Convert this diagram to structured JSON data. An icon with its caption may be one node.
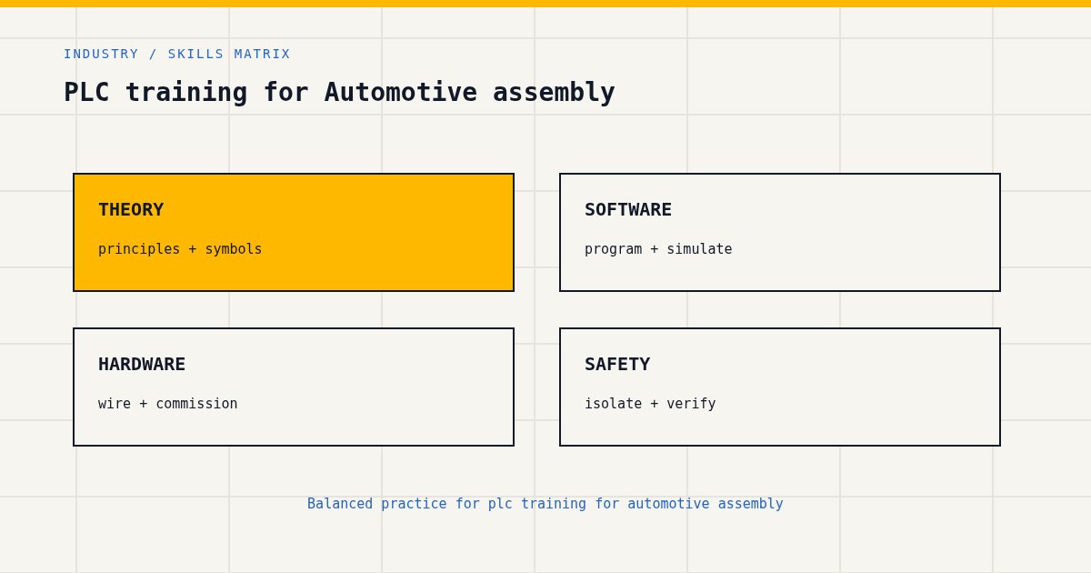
{
  "diagram": {
    "title": "PLC training for Automotive assembly",
    "caption": "Balanced practice for plc training for automotive assembly",
    "labels": [
      "INDUSTRY / SKILLS MATRIX"
    ],
    "nodes": [
      {
        "text": [
          "THEORY",
          "principles + symbols"
        ]
      },
      {
        "text": [
          "SOFTWARE",
          "program + simulate"
        ]
      },
      {
        "text": [
          "HARDWARE",
          "wire + commission"
        ]
      },
      {
        "text": [
          "SAFETY",
          "isolate + verify"
        ]
      }
    ]
  }
}
